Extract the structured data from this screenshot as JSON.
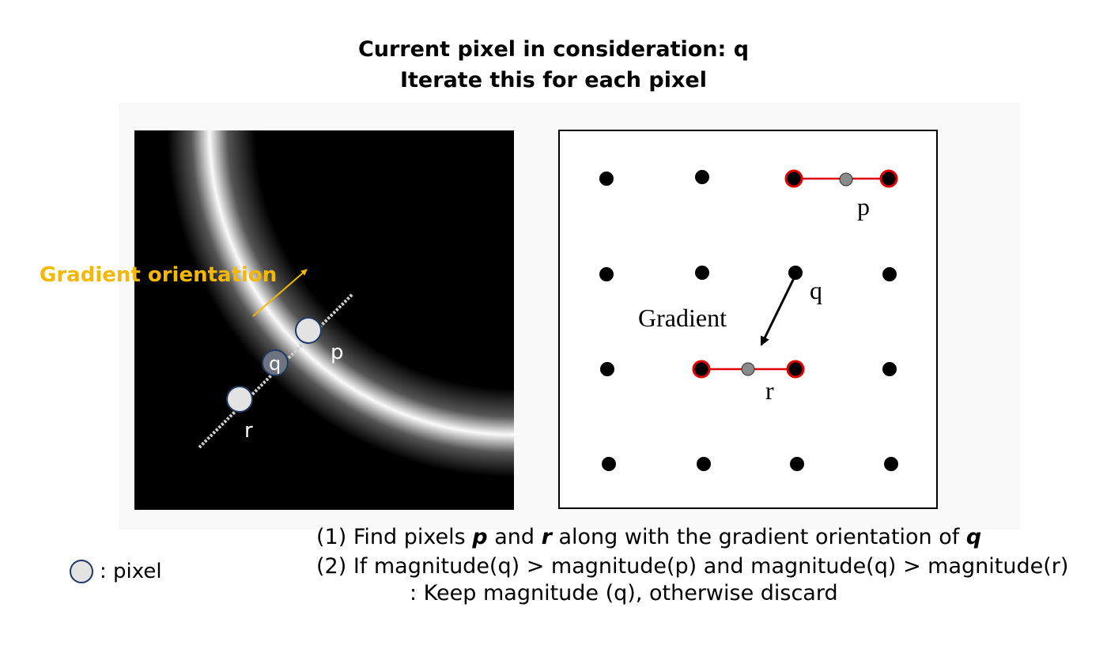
{
  "title": {
    "line1": "Current pixel in consideration: q",
    "line2": "Iterate this for each pixel"
  },
  "left_panel": {
    "gradient_label": "Gradient orientation",
    "gradient_label_color": "#f5b800",
    "pixel_labels": {
      "p": "p",
      "q": "q",
      "r": "r"
    }
  },
  "right_panel": {
    "gradient_label": "Gradient",
    "labels": {
      "p": "p",
      "q": "q",
      "r": "r"
    },
    "highlight_color": "#e00000"
  },
  "legend": {
    "text": ": pixel"
  },
  "description": {
    "line1": {
      "prefix": "(1) Find pixels ",
      "p": "p",
      "mid": " and ",
      "r": "r",
      "suffix": " along with the gradient orientation of ",
      "q": "q"
    },
    "line2": "(2) If magnitude(q) > magnitude(p) and magnitude(q) > magnitude(r)",
    "line3": ": Keep magnitude (q), otherwise discard"
  }
}
